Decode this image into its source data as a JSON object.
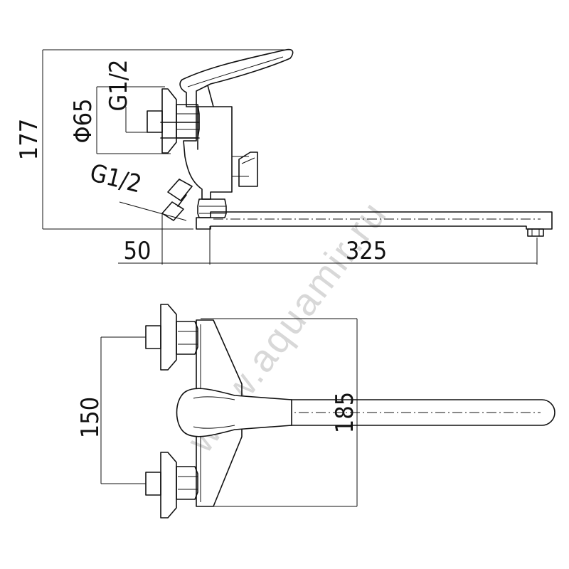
{
  "watermark": "www.aquamir.ru",
  "side_view": {
    "height_label": "177",
    "diameter_label": "Φ65",
    "top_thread_label": "G1/2",
    "bottom_thread_label": "G1/2",
    "offset_label": "50",
    "spout_length_label": "325"
  },
  "top_view": {
    "inlet_spacing_label": "150",
    "width_label": "185"
  }
}
